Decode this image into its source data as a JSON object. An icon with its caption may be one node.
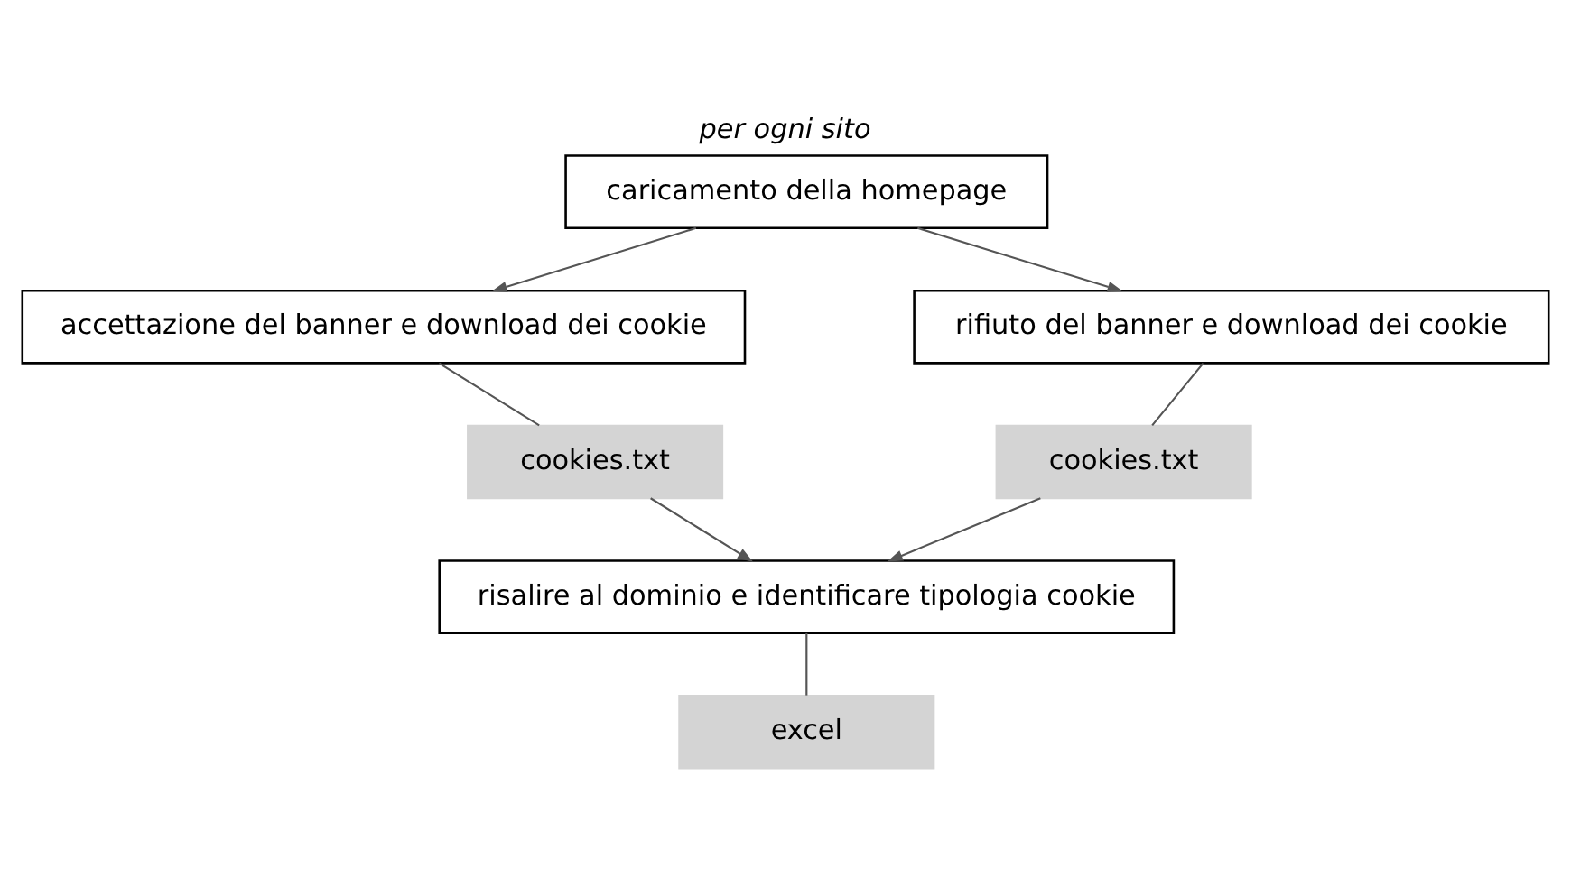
{
  "diagram": {
    "title": "per ogni sito",
    "nodes": [
      {
        "text": [
          "caricamento della homepage"
        ]
      },
      {
        "text": [
          "accettazione del banner e download dei cookie"
        ]
      },
      {
        "text": [
          "cookies.txt"
        ]
      },
      {
        "text": [
          "rifiuto del banner e download dei cookie"
        ]
      },
      {
        "text": [
          "cookies.txt"
        ]
      },
      {
        "text": [
          "risalire al dominio e identificare tipologia cookie"
        ]
      },
      {
        "text": [
          "excel"
        ]
      }
    ],
    "edges": [
      {
        "from": 0,
        "to": 1,
        "arrow": "to"
      },
      {
        "from": 0,
        "to": 3,
        "arrow": "to"
      },
      {
        "from": 1,
        "to": 2,
        "arrow": "none"
      },
      {
        "from": 3,
        "to": 4,
        "arrow": "none"
      },
      {
        "from": 2,
        "to": 5,
        "arrow": "to"
      },
      {
        "from": 4,
        "to": 5,
        "arrow": "to"
      },
      {
        "from": 5,
        "to": 6,
        "arrow": "none"
      }
    ]
  }
}
